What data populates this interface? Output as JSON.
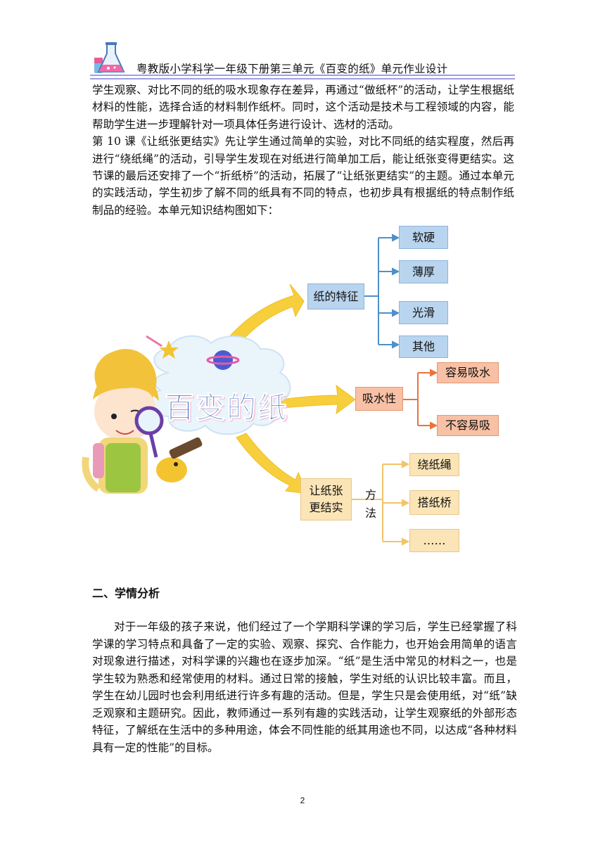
{
  "header": {
    "title": "粤教版小学科学一年级下册第三单元《百变的纸》单元作业设计",
    "logo_icon": "flask-icon"
  },
  "paragraphs": [
    "学生观察、对比不同的纸的吸水现象存在差异，再通过“做纸杯”的活动，让学生根据纸材料的性能，选择合适的材料制作纸杯。同时，这个活动是技术与工程领域的内容，能帮助学生进一步理解针对一项具体任务进行设计、选材的活动。",
    "第 10 课《让纸张更结实》先让学生通过简单的实验，对比不同纸的结实程度，然后再进行“绕纸绳”的活动，引导学生发现在对纸进行简单加工后，能让纸张变得更结实。这节课的最后还安排了一个“折纸桥”的活动，拓展了“让纸张更结实”的主题。通过本单元的实践活动，学生初步了解不同的纸具有不同的特点，也初步具有根据纸的特点制作纸制品的经验。本单元知识结构图如下："
  ],
  "diagram": {
    "center_label": "百变的纸",
    "branch1": {
      "label": "纸的特征",
      "items": [
        "软硬",
        "薄厚",
        "光滑",
        "其他"
      ]
    },
    "branch2": {
      "label": "吸水性",
      "items": [
        "容易吸水",
        "不容易吸"
      ]
    },
    "branch3": {
      "label": "让纸张更结实",
      "line1": "让纸张",
      "line2": "更结实",
      "method1": "方",
      "method2": "法",
      "items": [
        "绕纸绳",
        "搭纸桥",
        "……"
      ]
    },
    "colors": {
      "blue": "#b9d4ee",
      "orange": "#f8c0a4",
      "yellow": "#fbe4b6",
      "arrow": "#f7cf3c",
      "connector_blue": "#4f8fca",
      "connector_orange": "#e8743c",
      "connector_yellow": "#f1c469"
    }
  },
  "section": {
    "title": "二、学情分析"
  },
  "analysis": "对于一年级的孩子来说，他们经过了一个学期科学课的学习后，学生已经掌握了科学课的学习特点和具备了一定的实验、观察、探究、合作能力，也开始会用简单的语言对现象进行描述，对科学课的兴趣也在逐步加深。“纸”是生活中常见的材料之一，也是学生较为熟悉和经常使用的材料。通过日常的接触，学生对纸的认识比较丰富。而且，学生在幼儿园时也会利用纸进行许多有趣的活动。但是，学生只是会使用纸，对“纸”缺乏观察和主题研究。因此，教师通过一系列有趣的实践活动，让学生观察纸的外部形态特征，了解纸在生活中的多种用途，体会不同性能的纸其用途也不同，以达成“各种材料具有一定的性能”的目标。",
  "page_number": "2"
}
